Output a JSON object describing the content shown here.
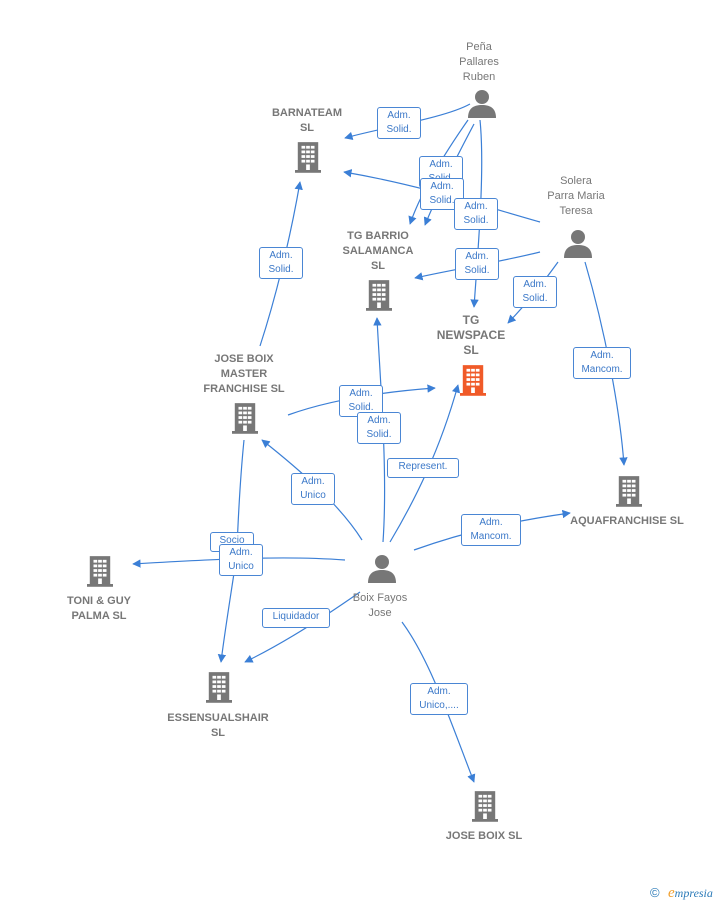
{
  "colors": {
    "edge": "#3b7fd6",
    "icon": "#777777",
    "focus_icon": "#f05a28",
    "label_text": "#3b78c8"
  },
  "nodes": [
    {
      "id": "pena",
      "type": "person",
      "label": "Peña\nPallares\nRuben",
      "icon": "person-icon"
    },
    {
      "id": "barnateam",
      "type": "company",
      "label": "BARNATEAM\nSL",
      "icon": "building-icon"
    },
    {
      "id": "solera",
      "type": "person",
      "label": "Solera\nParra Maria\nTeresa",
      "icon": "person-icon"
    },
    {
      "id": "tgbarrio",
      "type": "company",
      "label": "TG BARRIO\nSALAMANCA\nSL",
      "icon": "building-icon"
    },
    {
      "id": "tgnewspace",
      "type": "company",
      "focus": true,
      "label": "TG\nNEWSPACE\nSL",
      "icon": "building-icon"
    },
    {
      "id": "joseboixmaster",
      "type": "company",
      "label": "JOSE BOIX\nMASTER\nFRANCHISE SL",
      "icon": "building-icon"
    },
    {
      "id": "aquafranchise",
      "type": "company",
      "label": "AQUAFRANCHISE SL",
      "icon": "building-icon"
    },
    {
      "id": "toniguy",
      "type": "company",
      "label": "TONI & GUY\nPALMA  SL",
      "icon": "building-icon"
    },
    {
      "id": "boix",
      "type": "person",
      "label": "Boix Fayos\nJose",
      "icon": "person-icon"
    },
    {
      "id": "essensual",
      "type": "company",
      "label": "ESSENSUALSHAIR\nSL",
      "icon": "building-icon"
    },
    {
      "id": "joseboixsl",
      "type": "company",
      "label": "JOSE BOIX  SL",
      "icon": "building-icon"
    }
  ],
  "edges": [
    {
      "from": "pena",
      "to": "barnateam",
      "label": "Adm.\nSolid."
    },
    {
      "from": "pena",
      "to": "tgbarrio",
      "label": "Adm.\nSolid."
    },
    {
      "from": "pena",
      "to": "tgbarrio",
      "label": "Adm.\nSolid."
    },
    {
      "from": "pena",
      "to": "tgnewspace",
      "label": "Adm.\nSolid."
    },
    {
      "from": "solera",
      "to": "barnateam",
      "label": ""
    },
    {
      "from": "solera",
      "to": "tgbarrio",
      "label": "Adm.\nSolid."
    },
    {
      "from": "solera",
      "to": "tgnewspace",
      "label": "Adm.\nSolid."
    },
    {
      "from": "solera",
      "to": "aquafranchise",
      "label": "Adm.\nMancom."
    },
    {
      "from": "joseboixmaster",
      "to": "barnateam",
      "label": "Adm.\nSolid."
    },
    {
      "from": "joseboixmaster",
      "to": "tgnewspace",
      "label": "Adm.\nSolid."
    },
    {
      "from": "boix",
      "to": "tgbarrio",
      "label": "Adm.\nSolid."
    },
    {
      "from": "boix",
      "to": "tgnewspace",
      "label": "Represent."
    },
    {
      "from": "boix",
      "to": "joseboixmaster",
      "label": "Adm.\nUnico"
    },
    {
      "from": "boix",
      "to": "aquafranchise",
      "label": "Adm.\nMancom."
    },
    {
      "from": "joseboixmaster",
      "to": "essensual",
      "label": "Socio"
    },
    {
      "from": "boix",
      "to": "toniguy",
      "label": "Adm.\nUnico"
    },
    {
      "from": "boix",
      "to": "essensual",
      "label": "Liquidador"
    },
    {
      "from": "boix",
      "to": "joseboixsl",
      "label": "Adm.\nUnico,...."
    }
  ],
  "brand": {
    "symbol": "©",
    "name": "mpresia",
    "initial": "e"
  }
}
